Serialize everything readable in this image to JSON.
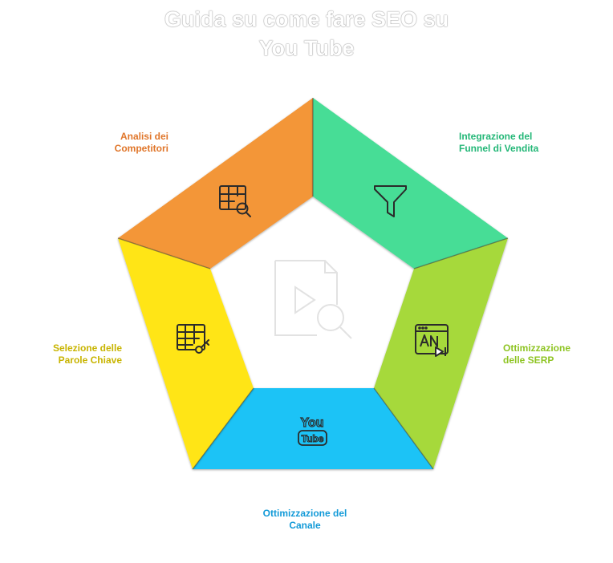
{
  "title": {
    "line1": "Guida su come fare SEO su",
    "line2": "You Tube"
  },
  "segments": [
    {
      "id": "analisi",
      "label_lines": [
        "Analisi dei",
        "Competitori"
      ],
      "color": "#f39639",
      "text_color": "#e0762a",
      "icon": "table-search-icon"
    },
    {
      "id": "funnel",
      "label_lines": [
        "Integrazione del",
        "Funnel di Vendita"
      ],
      "color": "#47dd96",
      "text_color": "#23b777",
      "icon": "funnel-icon"
    },
    {
      "id": "serp",
      "label_lines": [
        "Ottimizzazione",
        "delle SERP"
      ],
      "color": "#a6d93a",
      "text_color": "#8ec422",
      "icon": "video-text-icon"
    },
    {
      "id": "canale",
      "label_lines": [
        "Ottimizzazione del",
        "Canale"
      ],
      "color": "#1ec3f6",
      "text_color": "#129ad8",
      "icon": "youtube-icon"
    },
    {
      "id": "parole",
      "label_lines": [
        "Selezione delle",
        "Parole Chiave"
      ],
      "color": "#ffe516",
      "text_color": "#c8b400",
      "icon": "table-key-icon"
    }
  ],
  "center_icon": "video-file-search-icon",
  "youtube_icon_text": {
    "top": "You",
    "bottom": "Tube"
  }
}
